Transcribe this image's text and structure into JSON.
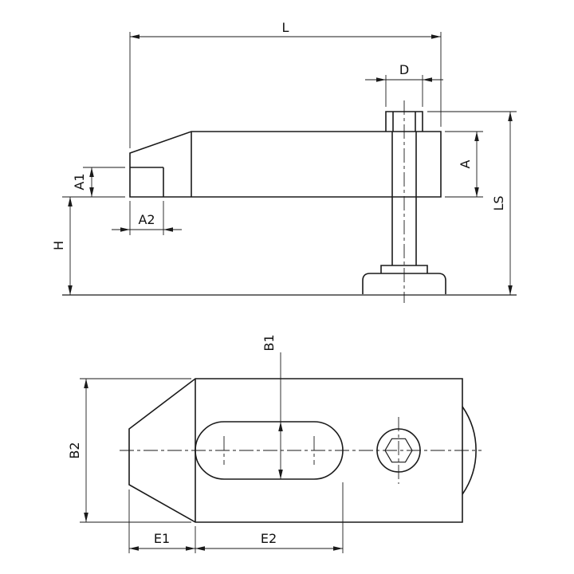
{
  "colors": {
    "line": "#1a1a1a",
    "background": "#ffffff"
  },
  "side_view": {
    "labels": {
      "length": "L",
      "diameter": "D",
      "step_height": "A1",
      "step_depth": "A2",
      "height": "H",
      "thickness": "A",
      "screw_length": "LS"
    }
  },
  "plan_view": {
    "labels": {
      "slot_width": "B1",
      "body_width": "B2",
      "edge_distance": "E1",
      "slot_length": "E2"
    }
  }
}
